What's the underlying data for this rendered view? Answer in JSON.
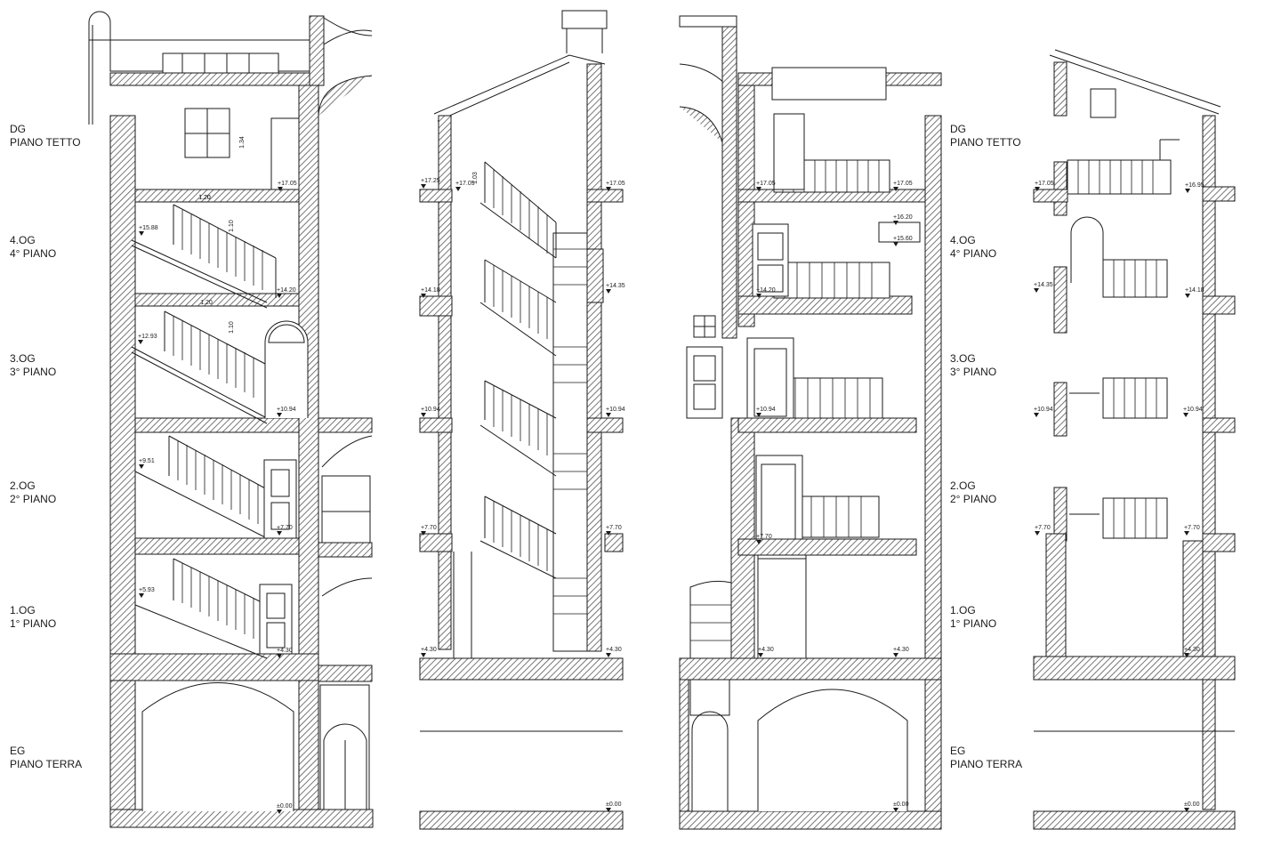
{
  "floors": [
    {
      "code": "DG",
      "name": "PIANO TETTO"
    },
    {
      "code": "4.OG",
      "name": "4° PIANO"
    },
    {
      "code": "3.OG",
      "name": "3° PIANO"
    },
    {
      "code": "2.OG",
      "name": "2° PIANO"
    },
    {
      "code": "1.OG",
      "name": "1° PIANO"
    },
    {
      "code": "EG",
      "name": "PIANO TERRA"
    }
  ],
  "section_a": {
    "levels": [
      "+17.05",
      "+15.88",
      "+14.20",
      "+12.93",
      "+10.94",
      "+9.51",
      "+7.70",
      "+5.93",
      "+4.30",
      "±0.00"
    ],
    "dims": [
      "1.20",
      "1.34",
      "1.20",
      "1.10",
      "1.20",
      "1.10"
    ]
  },
  "section_b": {
    "levels": [
      "+17.25",
      "+17.05",
      "+17.05",
      "+14.18",
      "+14.35",
      "+10.94",
      "+10.94",
      "+7.70",
      "+7.70",
      "+4.30",
      "+4.30",
      "±0.00"
    ],
    "dims": [
      "1.03"
    ]
  },
  "section_c": {
    "levels": [
      "+17.05",
      "+17.05",
      "+16.20",
      "+15.60",
      "+14.20",
      "+10.94",
      "+7.70",
      "+4.30",
      "+4.30",
      "±0.00"
    ]
  },
  "section_d": {
    "levels": [
      "+17.05",
      "+16.95",
      "+14.35",
      "+14.18",
      "+10.94",
      "+10.94",
      "+7.70",
      "+7.70",
      "+4.30",
      "±0.00"
    ]
  },
  "colors": {
    "line": "#1a1a1a",
    "wall": "#6e6e6e",
    "background": "#ffffff"
  }
}
